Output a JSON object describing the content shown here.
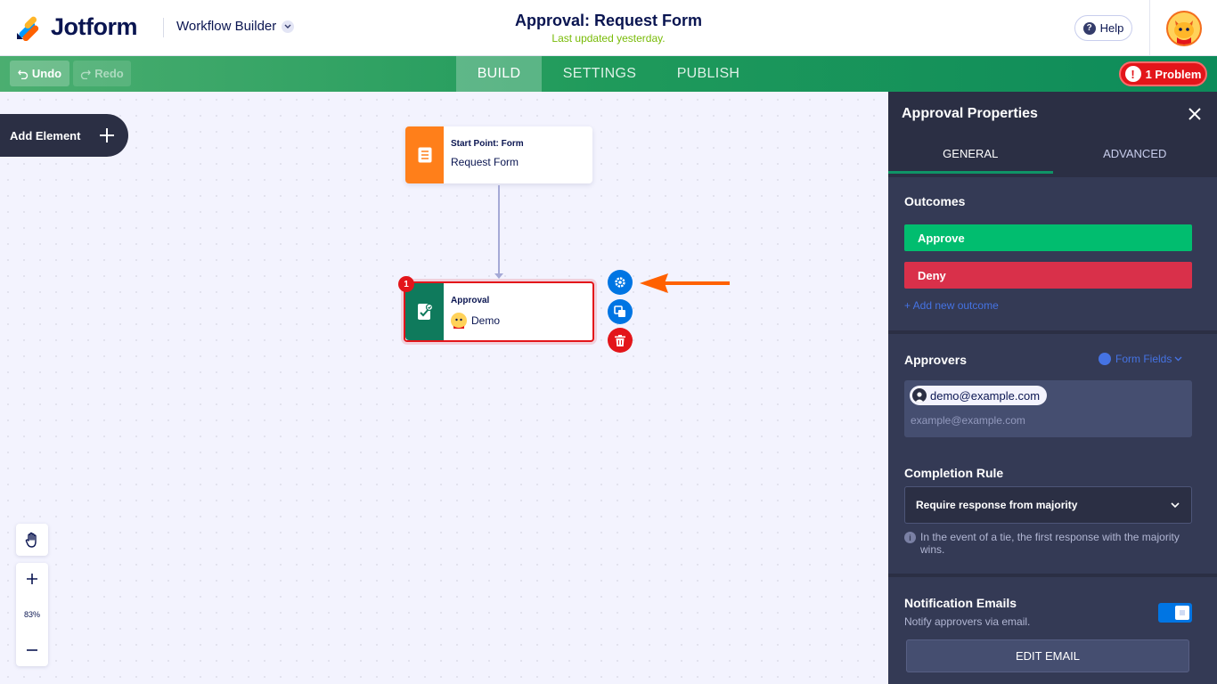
{
  "header": {
    "logo_text": "Jotform",
    "builder_switch": "Workflow Builder",
    "form_title": "Approval: Request Form",
    "form_subtitle": "Last updated yesterday.",
    "help_label": "Help"
  },
  "navbar": {
    "undo_label": "Undo",
    "redo_label": "Redo",
    "tabs": [
      {
        "label": "BUILD",
        "active": true
      },
      {
        "label": "SETTINGS",
        "active": false
      },
      {
        "label": "PUBLISH",
        "active": false
      }
    ],
    "problem_label": "1 Problem"
  },
  "canvas": {
    "add_element_label": "Add Element",
    "start_node": {
      "kind": "Start Point: Form",
      "name": "Request Form",
      "color": "#ff7f1a"
    },
    "approval_node": {
      "kind": "Approval",
      "assignee": "Demo",
      "color": "#0f7a5c",
      "error_count": "1"
    },
    "zoom_level": "83%"
  },
  "panel": {
    "title": "Approval Properties",
    "tabs": [
      {
        "label": "GENERAL",
        "active": true
      },
      {
        "label": "ADVANCED",
        "active": false
      }
    ],
    "outcomes_title": "Outcomes",
    "outcomes": [
      {
        "label": "Approve",
        "color": "#01bd6f"
      },
      {
        "label": "Deny",
        "color": "#d9304a"
      }
    ],
    "add_outcome_label": "+ Add new outcome",
    "approvers_title": "Approvers",
    "form_fields_label": "Form Fields",
    "approver_chip": "demo@example.com",
    "approvers_placeholder": "example@example.com",
    "completion_rule_title": "Completion Rule",
    "completion_rule_value": "Require response from majority",
    "completion_rule_hint": "In the event of a tie, the first response with the majority wins.",
    "notification_title": "Notification Emails",
    "notification_desc": "Notify approvers via email.",
    "notification_enabled": true,
    "edit_email_label": "EDIT EMAIL"
  }
}
